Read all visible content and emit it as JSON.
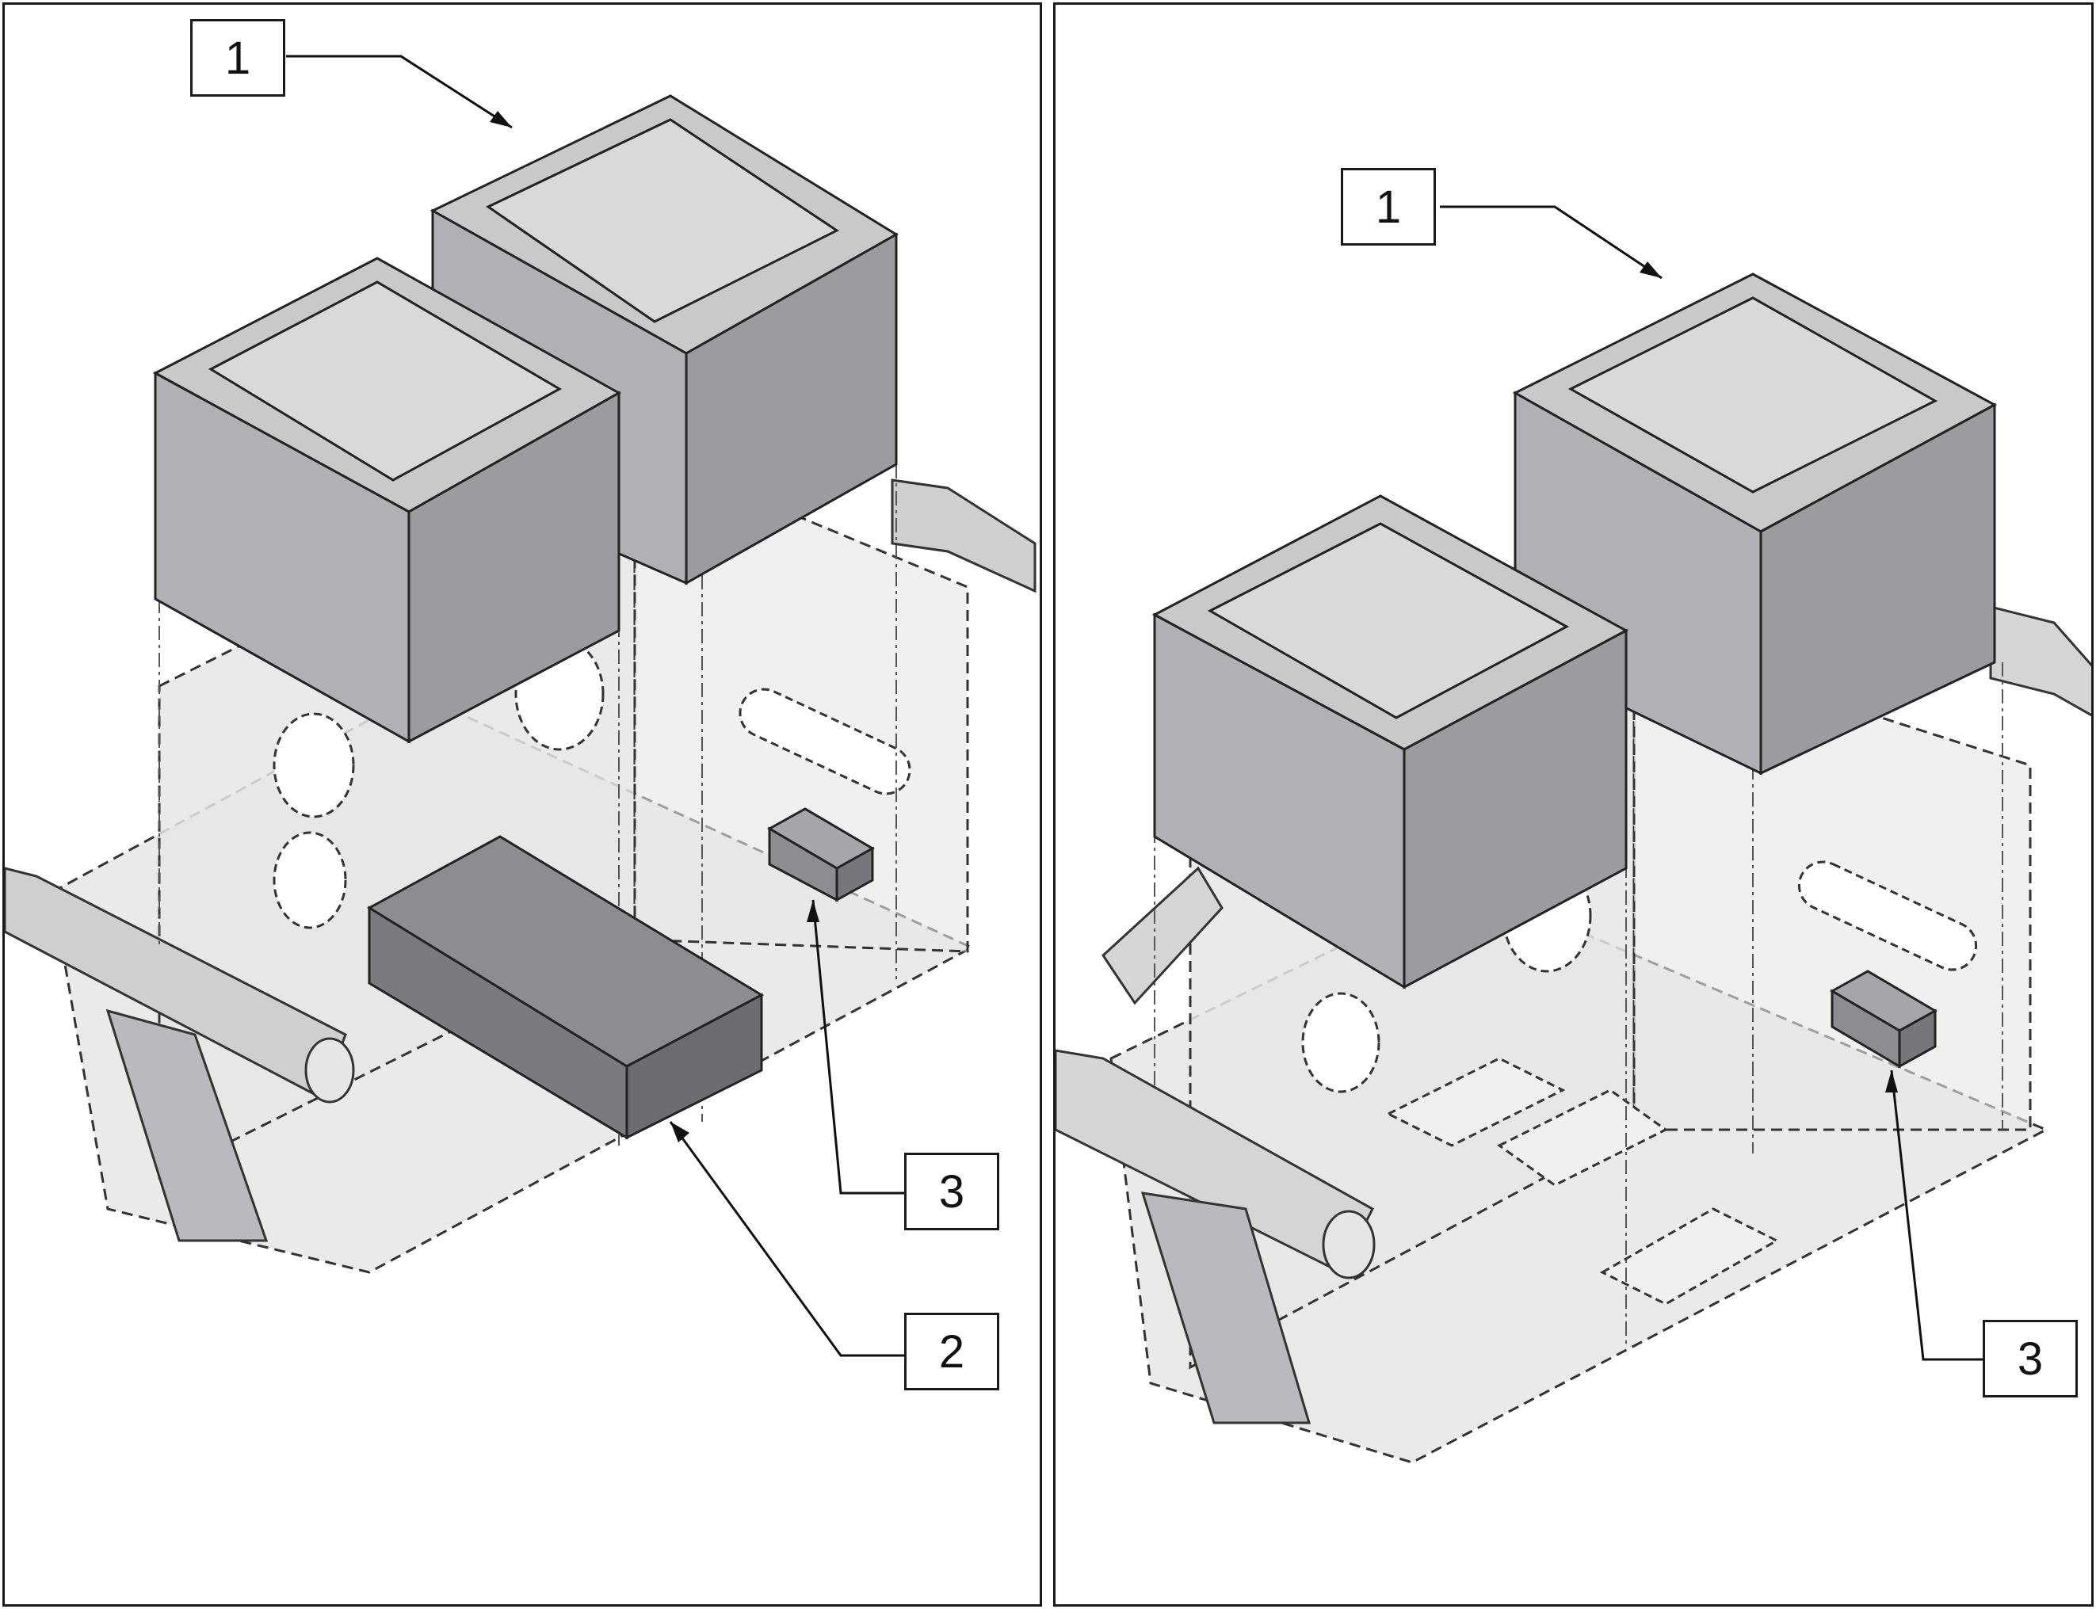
{
  "left_panel": {
    "callouts": [
      {
        "key": "1",
        "label": "1"
      },
      {
        "key": "2",
        "label": "2"
      },
      {
        "key": "3",
        "label": "3"
      }
    ]
  },
  "right_panel": {
    "callouts": [
      {
        "key": "1",
        "label": "1"
      },
      {
        "key": "3",
        "label": "3"
      }
    ]
  },
  "colors": {
    "battery_top": "#c8c9cb",
    "battery_front": "#b0b1b4",
    "battery_side": "#9b9ca0",
    "module_dark": "#7a7b7f",
    "block_dark": "#8c8d91",
    "tray_fill": "#e6e6e8",
    "line": "#1a1a1a"
  }
}
